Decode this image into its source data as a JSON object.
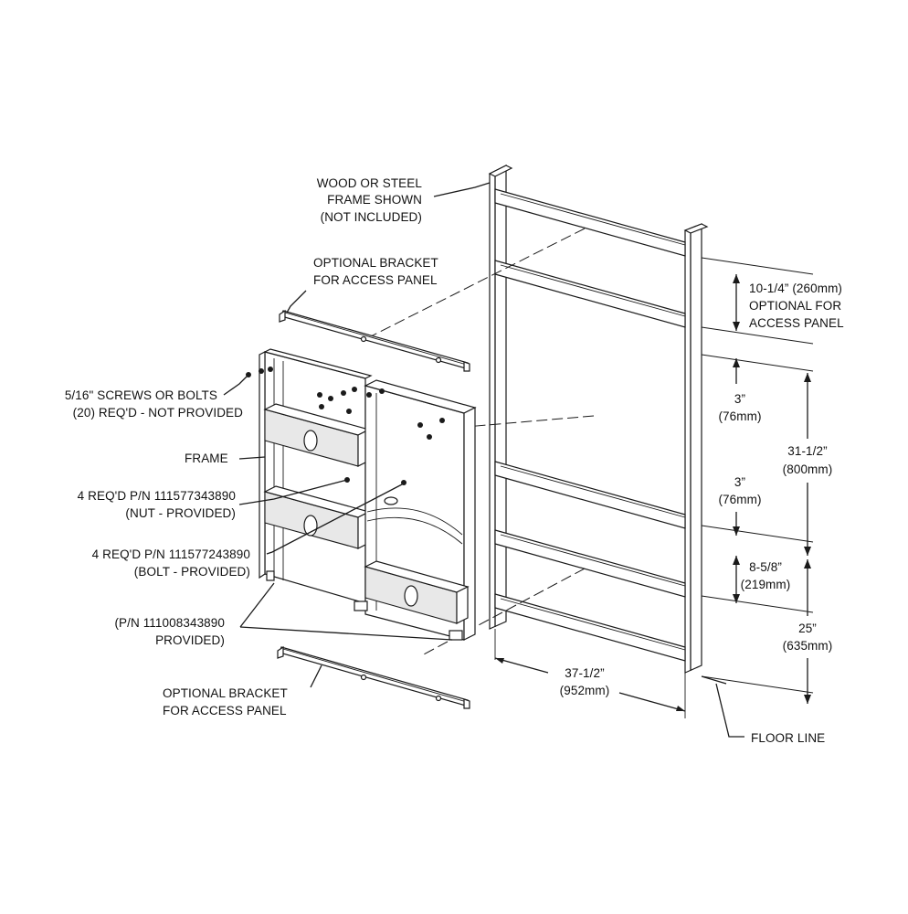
{
  "labels": {
    "wood_frame": [
      "WOOD OR STEEL",
      "FRAME SHOWN",
      "(NOT INCLUDED)"
    ],
    "bracket_top": [
      "OPTIONAL BRACKET",
      "FOR ACCESS PANEL"
    ],
    "screws": [
      "5/16\" SCREWS OR BOLTS",
      "(20) REQ'D - NOT PROVIDED"
    ],
    "frame": "FRAME",
    "nut": [
      "4 REQ'D P/N 111577343890",
      "(NUT - PROVIDED)"
    ],
    "bolt": [
      "4 REQ'D P/N 111577243890",
      "(BOLT - PROVIDED)"
    ],
    "pn": [
      "(P/N 111008343890",
      "PROVIDED)"
    ],
    "bracket_bottom": [
      "OPTIONAL BRACKET",
      "FOR ACCESS PANEL"
    ],
    "floor_line": "FLOOR LINE"
  },
  "dimensions": {
    "access_panel": [
      "10-1/4” (260mm)",
      "OPTIONAL FOR",
      "ACCESS PANEL"
    ],
    "gap_upper": [
      "3”",
      "(76mm)"
    ],
    "gap_lower": [
      "3”",
      "(76mm)"
    ],
    "total_height": [
      "31-1/2”",
      "(800mm)"
    ],
    "rail_height": [
      "8-5/8”",
      "(219mm)"
    ],
    "floor_height": [
      "25”",
      "(635mm)"
    ],
    "width": [
      "37-1/2”",
      "(952mm)"
    ]
  }
}
